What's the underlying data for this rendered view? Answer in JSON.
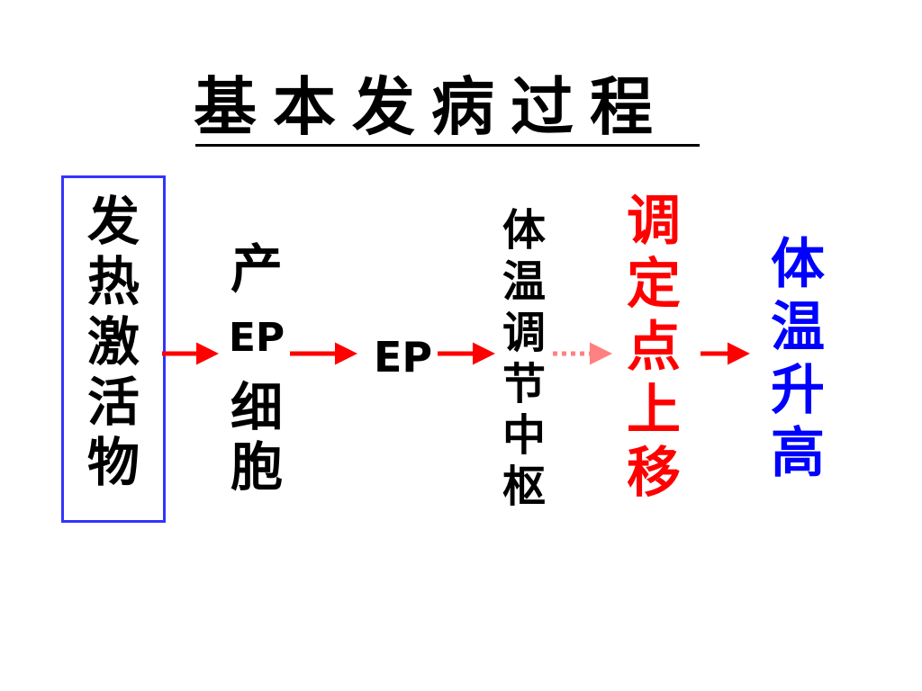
{
  "title": "基本发病过程",
  "colors": {
    "box_border": "#3333ff",
    "arrow": "#ff0000",
    "dotted_arrow": "#ff8080",
    "setpoint_text": "#ff0000",
    "result_text": "#0000ff",
    "text": "#000000"
  },
  "nodes": {
    "activator": "发\n热\n激\n活\n物",
    "ep_cell": {
      "top": "产",
      "ep": "EP",
      "bottom": "细\n胞"
    },
    "ep": "EP",
    "thermo_center": "体\n温\n调\n节\n中\n枢",
    "set_point": "调\n定\n点\n上\n移",
    "result": "体\n温\n升\n高"
  }
}
